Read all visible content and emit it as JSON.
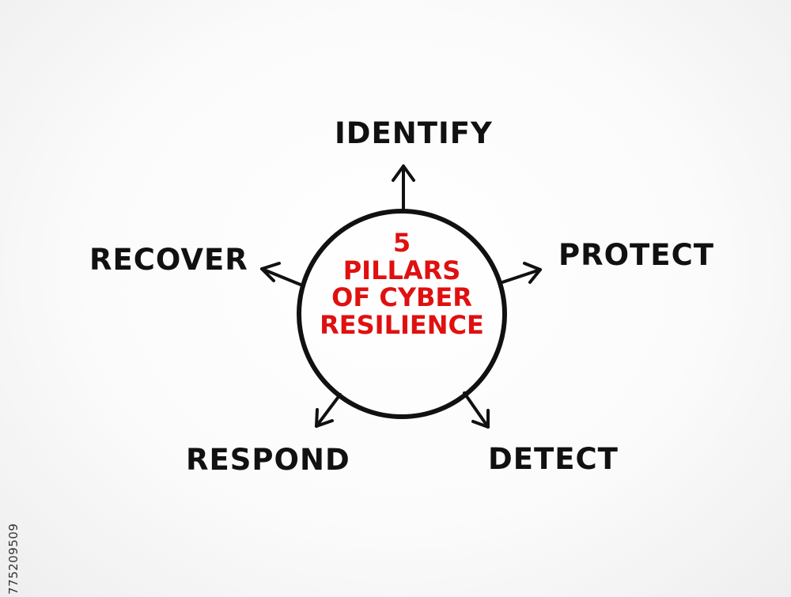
{
  "colors": {
    "ink": "#111111",
    "accent": "#e01010"
  },
  "center": {
    "number": "5",
    "line1": "PILLARS",
    "line2": "OF CYBER",
    "line3": "RESILIENCE"
  },
  "pillars": {
    "identify": "IDENTIFY",
    "protect": "PROTECT",
    "detect": "DETECT",
    "respond": "RESPOND",
    "recover": "RECOVER"
  },
  "stock_id": "775209509"
}
